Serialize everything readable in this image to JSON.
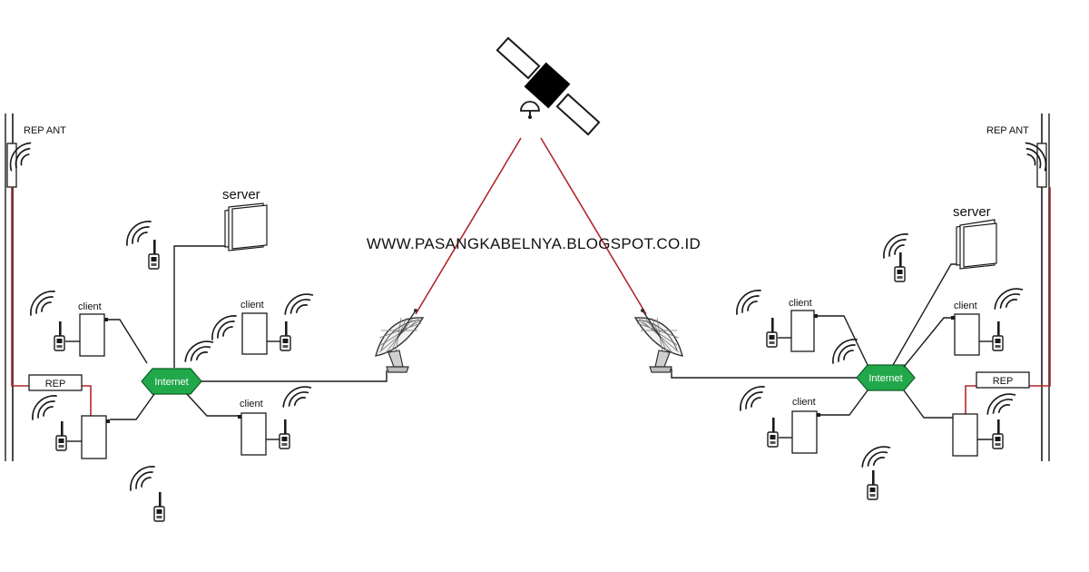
{
  "watermark": "WWW.PASANGKABELNYA.BLOGSPOT.CO.ID",
  "labels": {
    "rep_ant": "REP ANT",
    "rep": "REP",
    "server": "server",
    "client": "client",
    "internet": "Internet"
  },
  "colors": {
    "internet_fill": "#21a84a",
    "link_red": "#b3262b",
    "line": "#1a1a1a",
    "background": "#ffffff"
  },
  "icons": [
    "satellite-icon",
    "dish-antenna-icon",
    "server-icon",
    "client-device-icon",
    "radio-handset-icon",
    "signal-waves-icon",
    "repeater-box-icon",
    "antenna-mast-icon",
    "internet-hub-icon"
  ]
}
